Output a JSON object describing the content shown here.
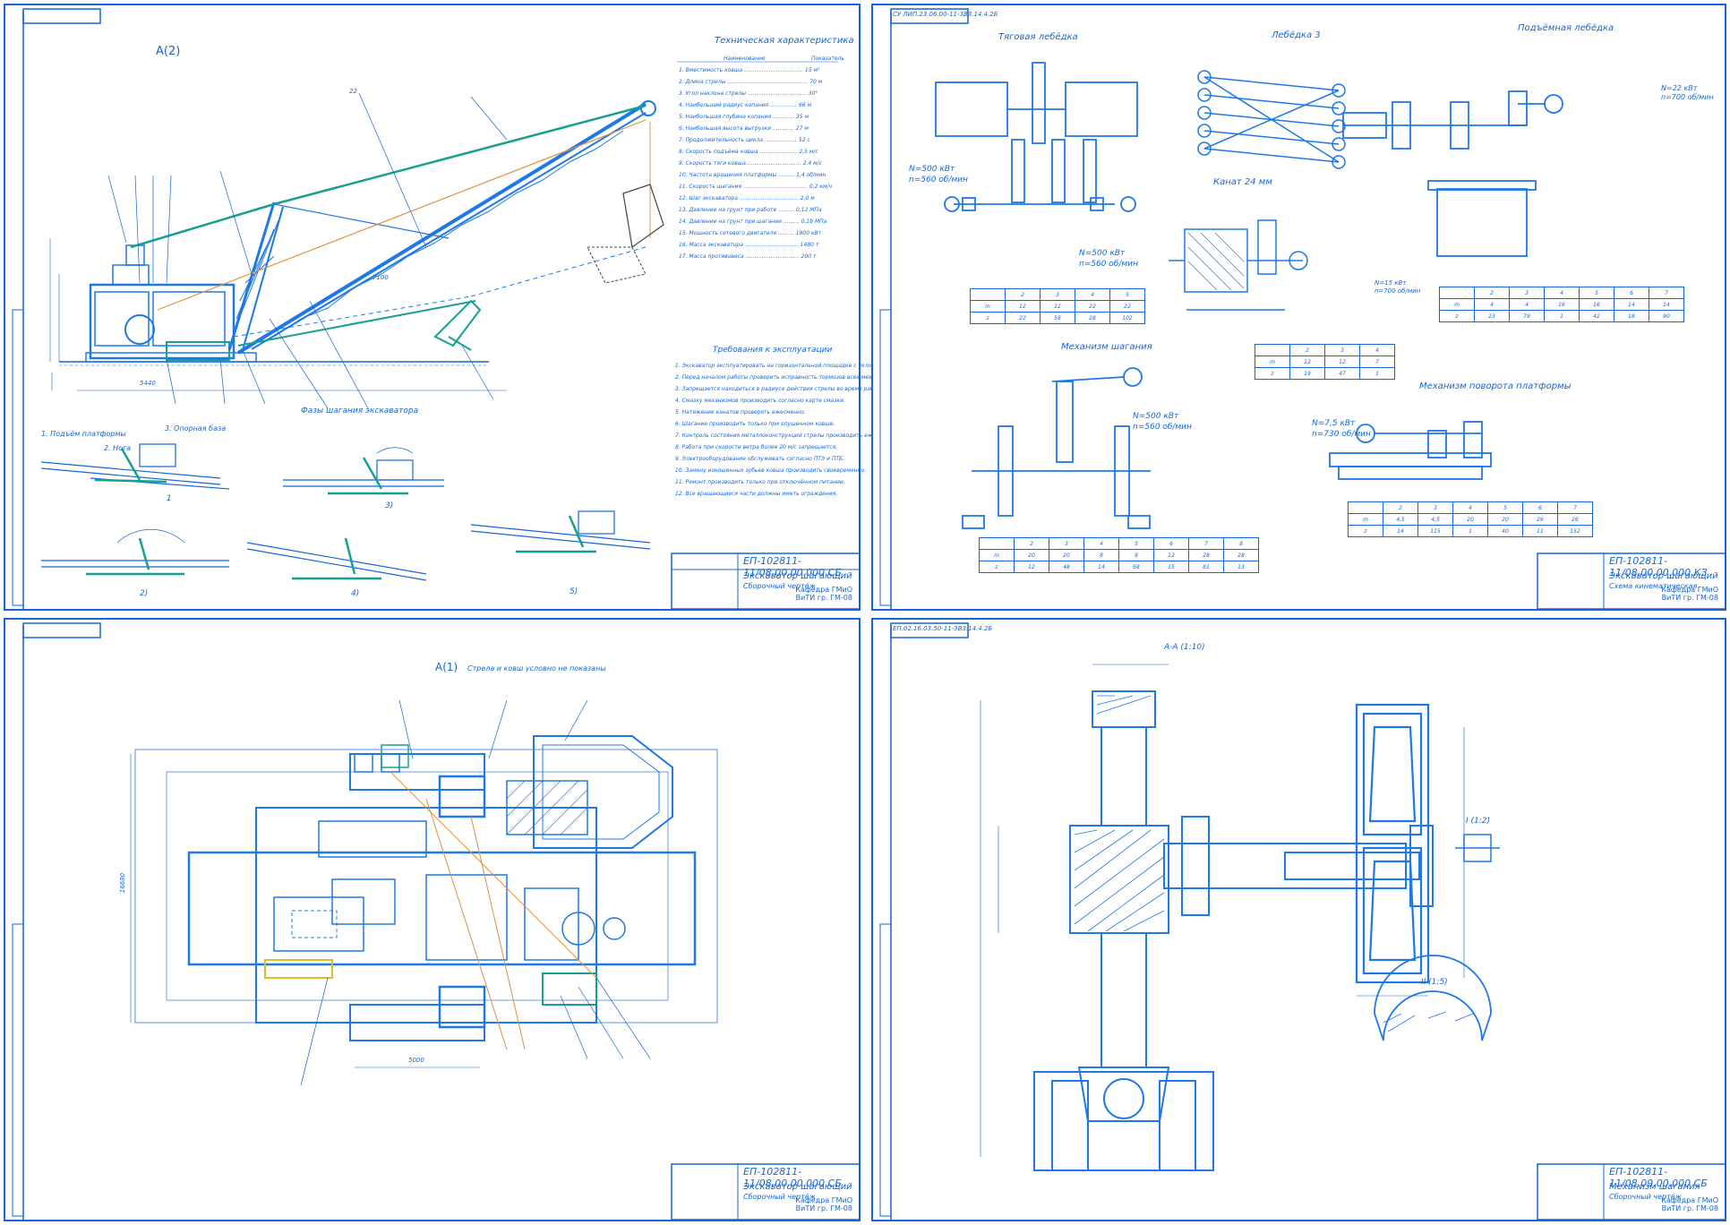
{
  "colors": {
    "outline": "#1565d8",
    "structure_blue": "#1e78e6",
    "teal": "#17a08f",
    "orange": "#e09040",
    "hatch": "#1565d8"
  },
  "sheet1": {
    "view_label": "А(2)",
    "spec_title": "Техническая характеристика",
    "spec_col_name": "Наименование",
    "spec_col_value": "Показатель",
    "ops_title": "Требования к эксплуатации",
    "phases_title": "Фазы шагания экскаватора",
    "phase_1_label": "1",
    "phase_2_label": "2)",
    "phase_3_label": "3)",
    "phase_4_label": "4)",
    "phase_5_label": "5)",
    "phase_a_caption": "1. Подъём платформы",
    "phase_a_caption2": "2. Нога",
    "phase_a_caption3": "3. Опорная база",
    "stamp_code": "ЕП-102811-11/08.00.00.000 СБ",
    "stamp_title": "Экскаватор шагающий",
    "stamp_subtitle": "Сборочный чертёж",
    "stamp_org_line1": "Кафедра ГМиО",
    "stamp_org_line2": "ВиТИ гр. ГМ-08",
    "dimension_1": "5440",
    "dimension_2": "7100",
    "dimension_3": "22"
  },
  "sheet2": {
    "header_code": "СУ ЛИП.23.06.00-11-3ВЗ.14.4.2Б",
    "travel_winch": "Тяговая лебёдка",
    "winch3": "Лебёдка 3",
    "lift_winch": "Подъёмная лебёдка",
    "rope": "Канат 24 мм",
    "walking_mech": "Механизм шагания",
    "turn_mech": "Механизм поворота платформы",
    "motor_spec_1a": "N=500 кВт",
    "motor_spec_1b": "n=560 об/мин",
    "motor_spec_2a": "N=500 кВт",
    "motor_spec_2b": "n=560 об/мин",
    "motor_spec_3a": "N=22 кВт",
    "motor_spec_3b": "n=700 об/мин",
    "motor_spec_4a": "N=15 кВт",
    "motor_spec_4b": "n=700 об/мин",
    "motor_spec_5a": "N=500 кВт",
    "motor_spec_5b": "n=560 об/мин",
    "motor_spec_6a": "N=7,5 кВт",
    "motor_spec_6b": "n=730 об/мин",
    "stamp_code": "ЕП-102811-11/08.00.00.000 КЗ",
    "stamp_title": "Экскаватор шагающий",
    "stamp_subtitle": "Схема кинематическая",
    "stamp_org_line1": "Кафедра ГМиО",
    "stamp_org_line2": "ВиТИ гр. ГМ-08"
  },
  "sheet3": {
    "view_label": "А(1)",
    "view_note": "Стрела и ковш условно не показаны",
    "stamp_code": "ЕП-102811-11/08.00.00.000 СБ",
    "stamp_title": "Экскаватор шагающий",
    "stamp_subtitle": "Сборочный чертёж",
    "stamp_org_line1": "Кафедра ГМиО",
    "stamp_org_line2": "ВиТИ гр. ГМ-08",
    "dim_bottom": "5000",
    "dim_left": "16680"
  },
  "sheet4": {
    "header_code": "ЕП.02.16.03.50-11-3ВЗ.14.4.2Б",
    "section_label": "А-А (1:10)",
    "detail_1": "I (1:2)",
    "detail_2": "II (1:5)",
    "stamp_code": "ЕП-102811-11/08.09.00.000 СБ",
    "stamp_title": "Механизм шагания",
    "stamp_subtitle": "Сборочный чертёж",
    "stamp_org_line1": "Кафедра ГМиО",
    "stamp_org_line2": "ВиТИ гр. ГМ-08"
  }
}
